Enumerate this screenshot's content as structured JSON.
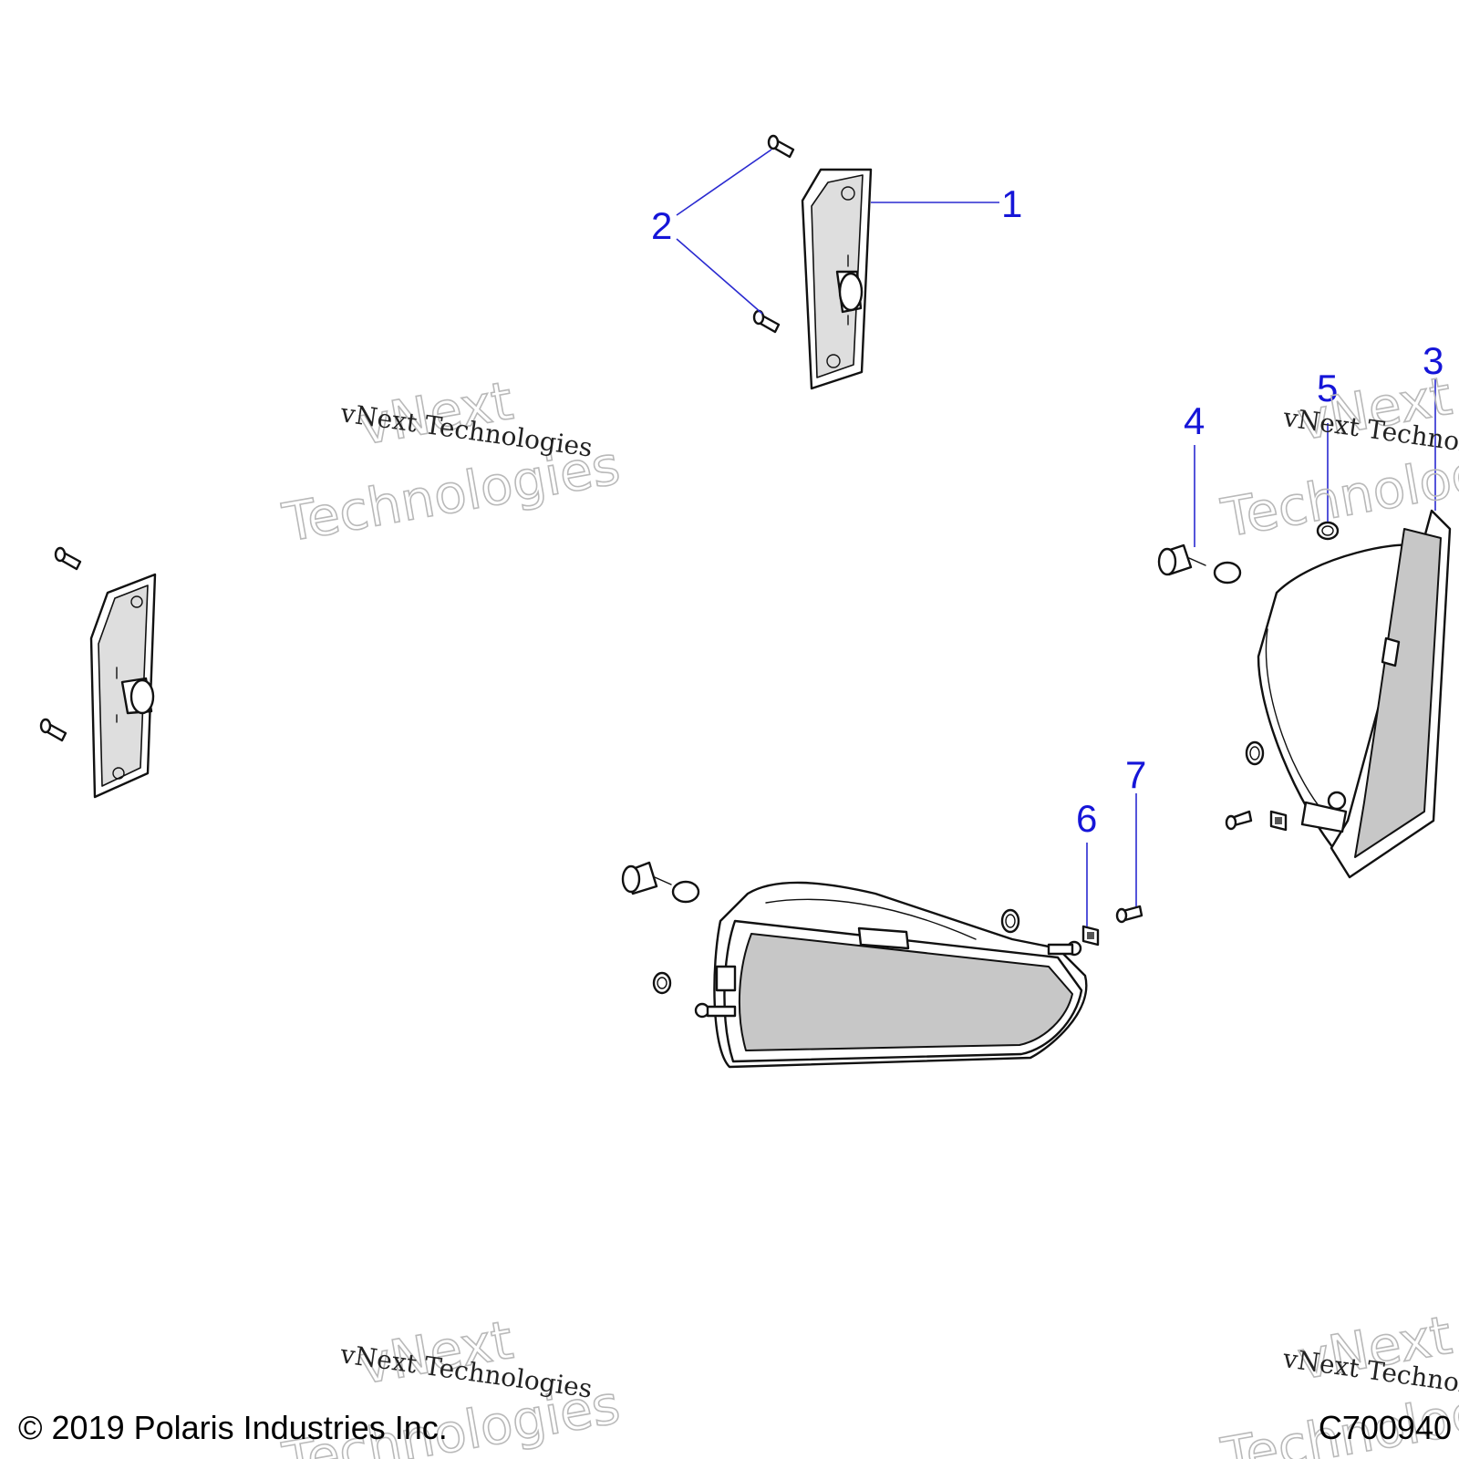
{
  "callouts": {
    "c1": "1",
    "c2": "2",
    "c3": "3",
    "c4": "4",
    "c5": "5",
    "c6": "6",
    "c7": "7"
  },
  "watermark": {
    "line_serif": "vNext Technologies",
    "outline_top": "vNext",
    "outline_bottom": "Technologies"
  },
  "footer": {
    "copyright": "© 2019 Polaris Industries Inc.",
    "drawing_number": "C700940"
  },
  "colors": {
    "callout": "#1515d8",
    "lens": "#c7c7c7"
  }
}
